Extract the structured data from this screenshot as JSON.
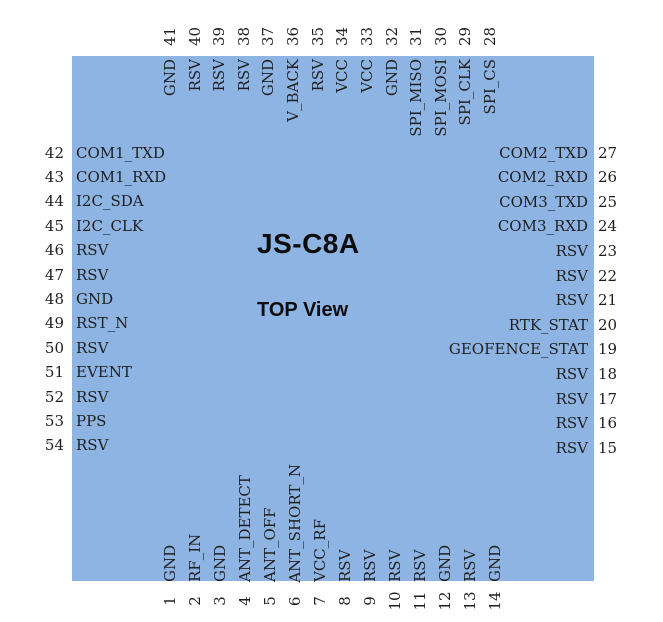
{
  "chip": {
    "title": "JS-C8A",
    "view_label": "TOP View",
    "pin_count": 54
  },
  "colors": {
    "body": "#8DB4E2",
    "pin_text": "#1f1f1f",
    "title_text": "#0d0d0d",
    "background": "#ffffff"
  },
  "pins": {
    "top": [
      {
        "num": 41,
        "name": "GND"
      },
      {
        "num": 40,
        "name": "RSV"
      },
      {
        "num": 39,
        "name": "RSV"
      },
      {
        "num": 38,
        "name": "RSV"
      },
      {
        "num": 37,
        "name": "GND"
      },
      {
        "num": 36,
        "name": "V_BACK"
      },
      {
        "num": 35,
        "name": "RSV"
      },
      {
        "num": 34,
        "name": "VCC"
      },
      {
        "num": 33,
        "name": "VCC"
      },
      {
        "num": 32,
        "name": "GND"
      },
      {
        "num": 31,
        "name": "SPI_MISO"
      },
      {
        "num": 30,
        "name": "SPI_MOSI"
      },
      {
        "num": 29,
        "name": "SPI_CLK"
      },
      {
        "num": 28,
        "name": "SPI_CS"
      }
    ],
    "right": [
      {
        "num": 27,
        "name": "COM2_TXD"
      },
      {
        "num": 26,
        "name": "COM2_RXD"
      },
      {
        "num": 25,
        "name": "COM3_TXD"
      },
      {
        "num": 24,
        "name": "COM3_RXD"
      },
      {
        "num": 23,
        "name": "RSV"
      },
      {
        "num": 22,
        "name": "RSV"
      },
      {
        "num": 21,
        "name": "RSV"
      },
      {
        "num": 20,
        "name": "RTK_STAT"
      },
      {
        "num": 19,
        "name": "GEOFENCE_STAT"
      },
      {
        "num": 18,
        "name": "RSV"
      },
      {
        "num": 17,
        "name": "RSV"
      },
      {
        "num": 16,
        "name": "RSV"
      },
      {
        "num": 15,
        "name": "RSV"
      }
    ],
    "bottom": [
      {
        "num": 1,
        "name": "GND"
      },
      {
        "num": 2,
        "name": "RF_IN"
      },
      {
        "num": 3,
        "name": "GND"
      },
      {
        "num": 4,
        "name": "ANT_DETECT"
      },
      {
        "num": 5,
        "name": "ANT_OFF"
      },
      {
        "num": 6,
        "name": "ANT_SHORT_N"
      },
      {
        "num": 7,
        "name": "VCC_RF"
      },
      {
        "num": 8,
        "name": "RSV"
      },
      {
        "num": 9,
        "name": "RSV"
      },
      {
        "num": 10,
        "name": "RSV"
      },
      {
        "num": 11,
        "name": "RSV"
      },
      {
        "num": 12,
        "name": "GND"
      },
      {
        "num": 13,
        "name": "RSV"
      },
      {
        "num": 14,
        "name": "GND"
      }
    ],
    "left": [
      {
        "num": 42,
        "name": "COM1_TXD"
      },
      {
        "num": 43,
        "name": "COM1_RXD"
      },
      {
        "num": 44,
        "name": "I2C_SDA"
      },
      {
        "num": 45,
        "name": "I2C_CLK"
      },
      {
        "num": 46,
        "name": "RSV"
      },
      {
        "num": 47,
        "name": "RSV"
      },
      {
        "num": 48,
        "name": "GND"
      },
      {
        "num": 49,
        "name": "RST_N"
      },
      {
        "num": 50,
        "name": "RSV"
      },
      {
        "num": 51,
        "name": "EVENT"
      },
      {
        "num": 52,
        "name": "RSV"
      },
      {
        "num": 53,
        "name": "PPS"
      },
      {
        "num": 54,
        "name": "RSV"
      }
    ]
  }
}
